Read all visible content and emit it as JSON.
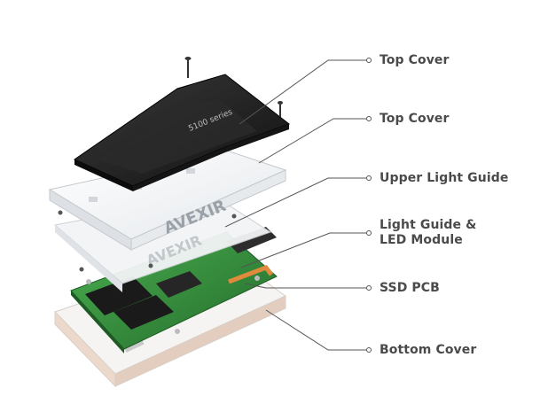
{
  "colors": {
    "label_text": "#4a4a4a",
    "leader_line": "#555555",
    "top_cover": "#1f1f1f",
    "translucent_cover": "#f4f6f8",
    "pcb": "#2e8b3a",
    "chip": "#1e1e1e",
    "bottom_cover_edge": "#e6d3c6"
  },
  "product": {
    "brand_mark": "AVEXIR",
    "series_mark": "5100 series"
  },
  "labels": {
    "top_cover_1": "Top Cover",
    "top_cover_2": "Top Cover",
    "upper_light_guide": "Upper Light Guide",
    "light_guide_line1": "Light Guide &",
    "light_guide_line2": "LED Module",
    "ssd_pcb": "SSD PCB",
    "bottom_cover": "Bottom Cover"
  }
}
